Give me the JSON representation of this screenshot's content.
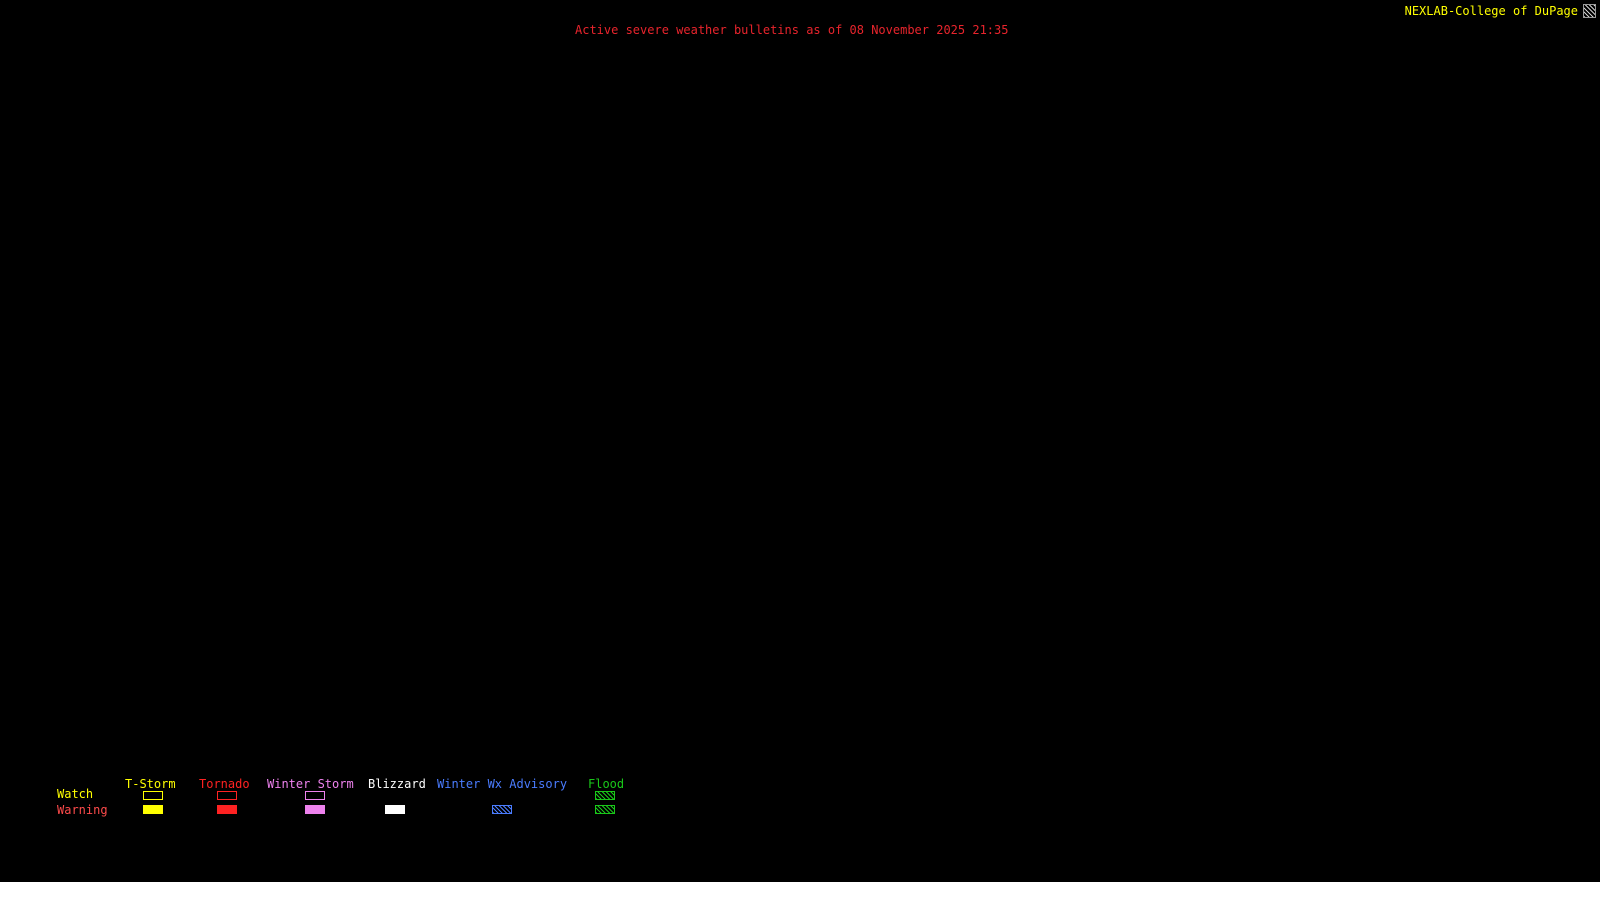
{
  "header": {
    "source_label": "NEXLAB-College of DuPage",
    "source_color": "#ffff00",
    "title": "Active severe weather bulletins as of 08 November 2025 21:35",
    "title_color": "#e8242c",
    "logo_icon": "nexlab-logo-icon"
  },
  "map": {
    "background_color": "#000000",
    "active_bulletins_visible": 0
  },
  "legend": {
    "row_labels": {
      "watch": "Watch",
      "warning": "Warning"
    },
    "row_label_colors": {
      "watch": "#ffff00",
      "warning": "#ff4b4b"
    },
    "columns": [
      {
        "label": "T-Storm",
        "color": "#ffff00",
        "watch_style": "outline",
        "warning_style": "solid"
      },
      {
        "label": "Tornado",
        "color": "#ff2222",
        "watch_style": "outline",
        "warning_style": "solid"
      },
      {
        "label": "Winter Storm",
        "color": "#ee82ee",
        "watch_style": "outline",
        "warning_style": "solid"
      },
      {
        "label": "Blizzard",
        "color": "#ffffff",
        "watch_style": "none",
        "warning_style": "solid"
      },
      {
        "label": "Winter Wx Advisory",
        "color": "#4a7cff",
        "watch_style": "none",
        "warning_style": "hatched"
      },
      {
        "label": "Flood",
        "color": "#19c819",
        "watch_style": "hatched",
        "warning_style": "hatched"
      }
    ]
  }
}
